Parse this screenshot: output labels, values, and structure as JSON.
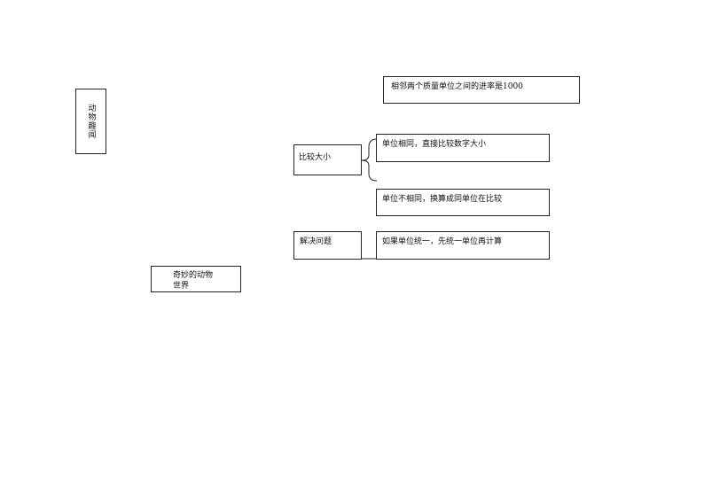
{
  "boxes": {
    "vertical_title": "动物趣闻",
    "top_note": "相邻两个质量单位之间的进率是1000",
    "compare": "比较大小",
    "same_unit": "单位相同，直接比较数字大小",
    "different_unit": "单位不相同，换算成同单位在比较",
    "solve": "解决问题",
    "unify_unit": "如果单位统一，先统一单位再计算",
    "animal_world": "奇妙的动物世界"
  }
}
